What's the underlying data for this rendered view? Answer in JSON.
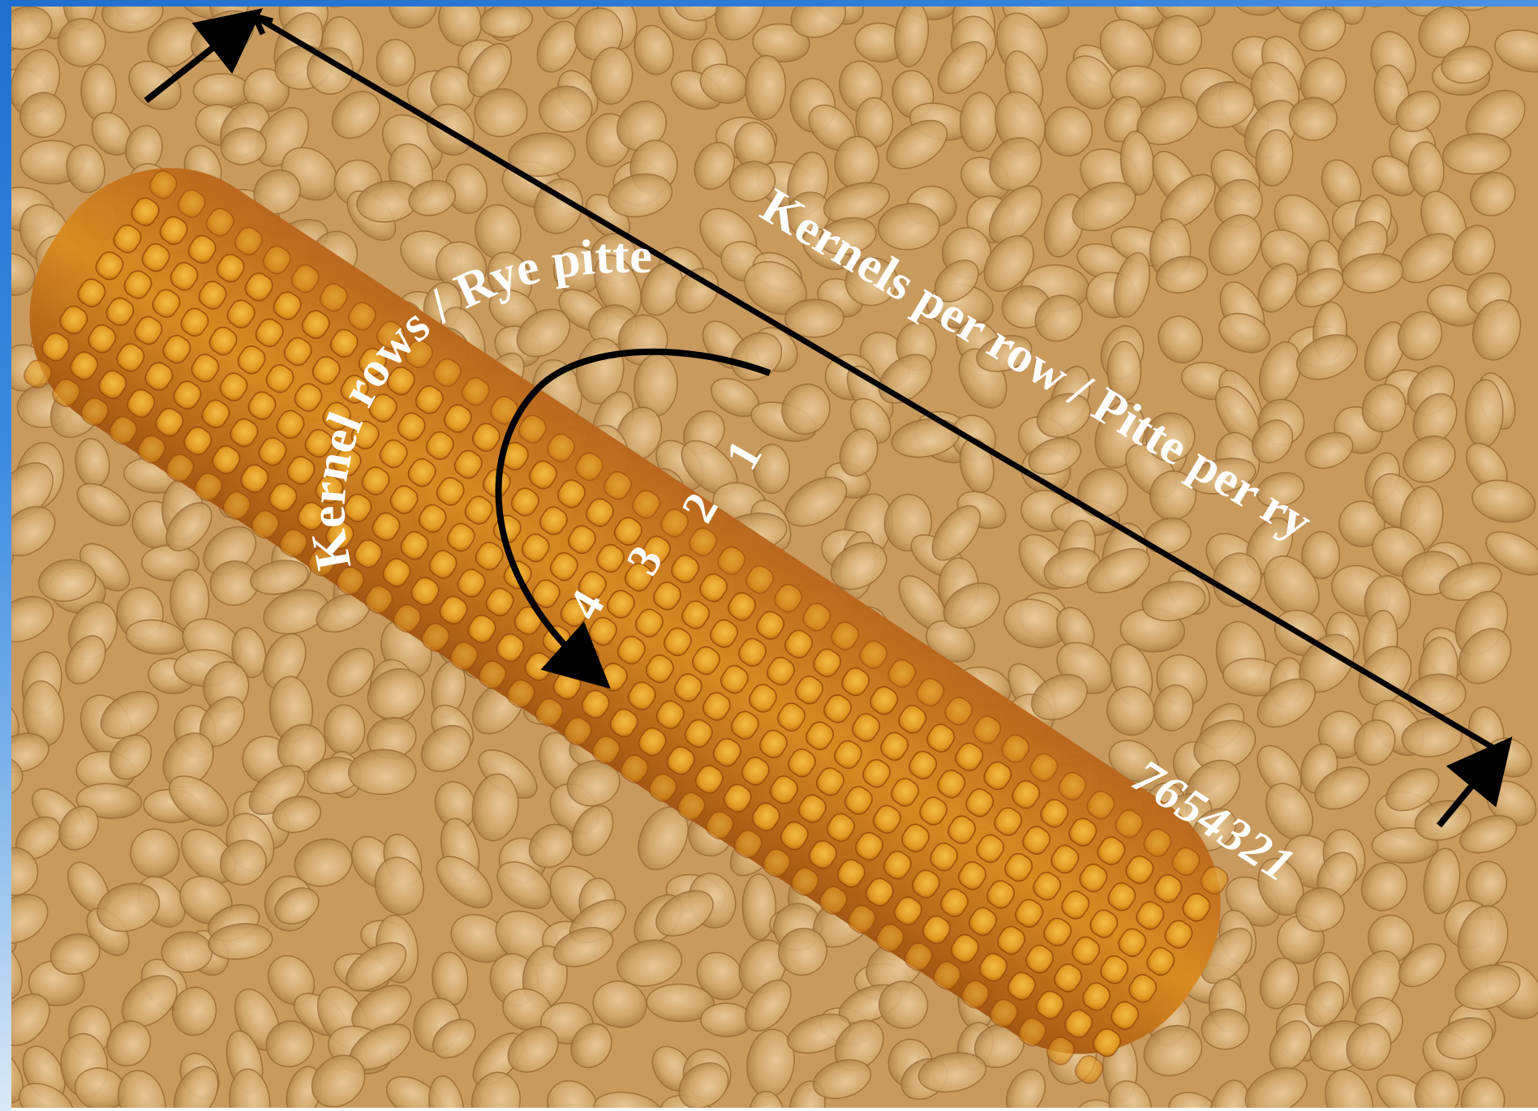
{
  "image": {
    "subject": "ear of corn on loose kernels",
    "colors": {
      "kernel_bed": "#c89a5e",
      "cob": "#d98a1f",
      "kernel_highlight": "#f2b53a",
      "annotation": "#ffffff",
      "arrow": "#000000",
      "border": "#1e6fcf"
    }
  },
  "labels": {
    "kernel_rows": "Kernel rows / Rye pitte",
    "kernels_per_row": "Kernels per row / Pitte per ry"
  },
  "row_numbers": [
    "1",
    "2",
    "3",
    "4"
  ],
  "kernel_numbers": "7654321"
}
